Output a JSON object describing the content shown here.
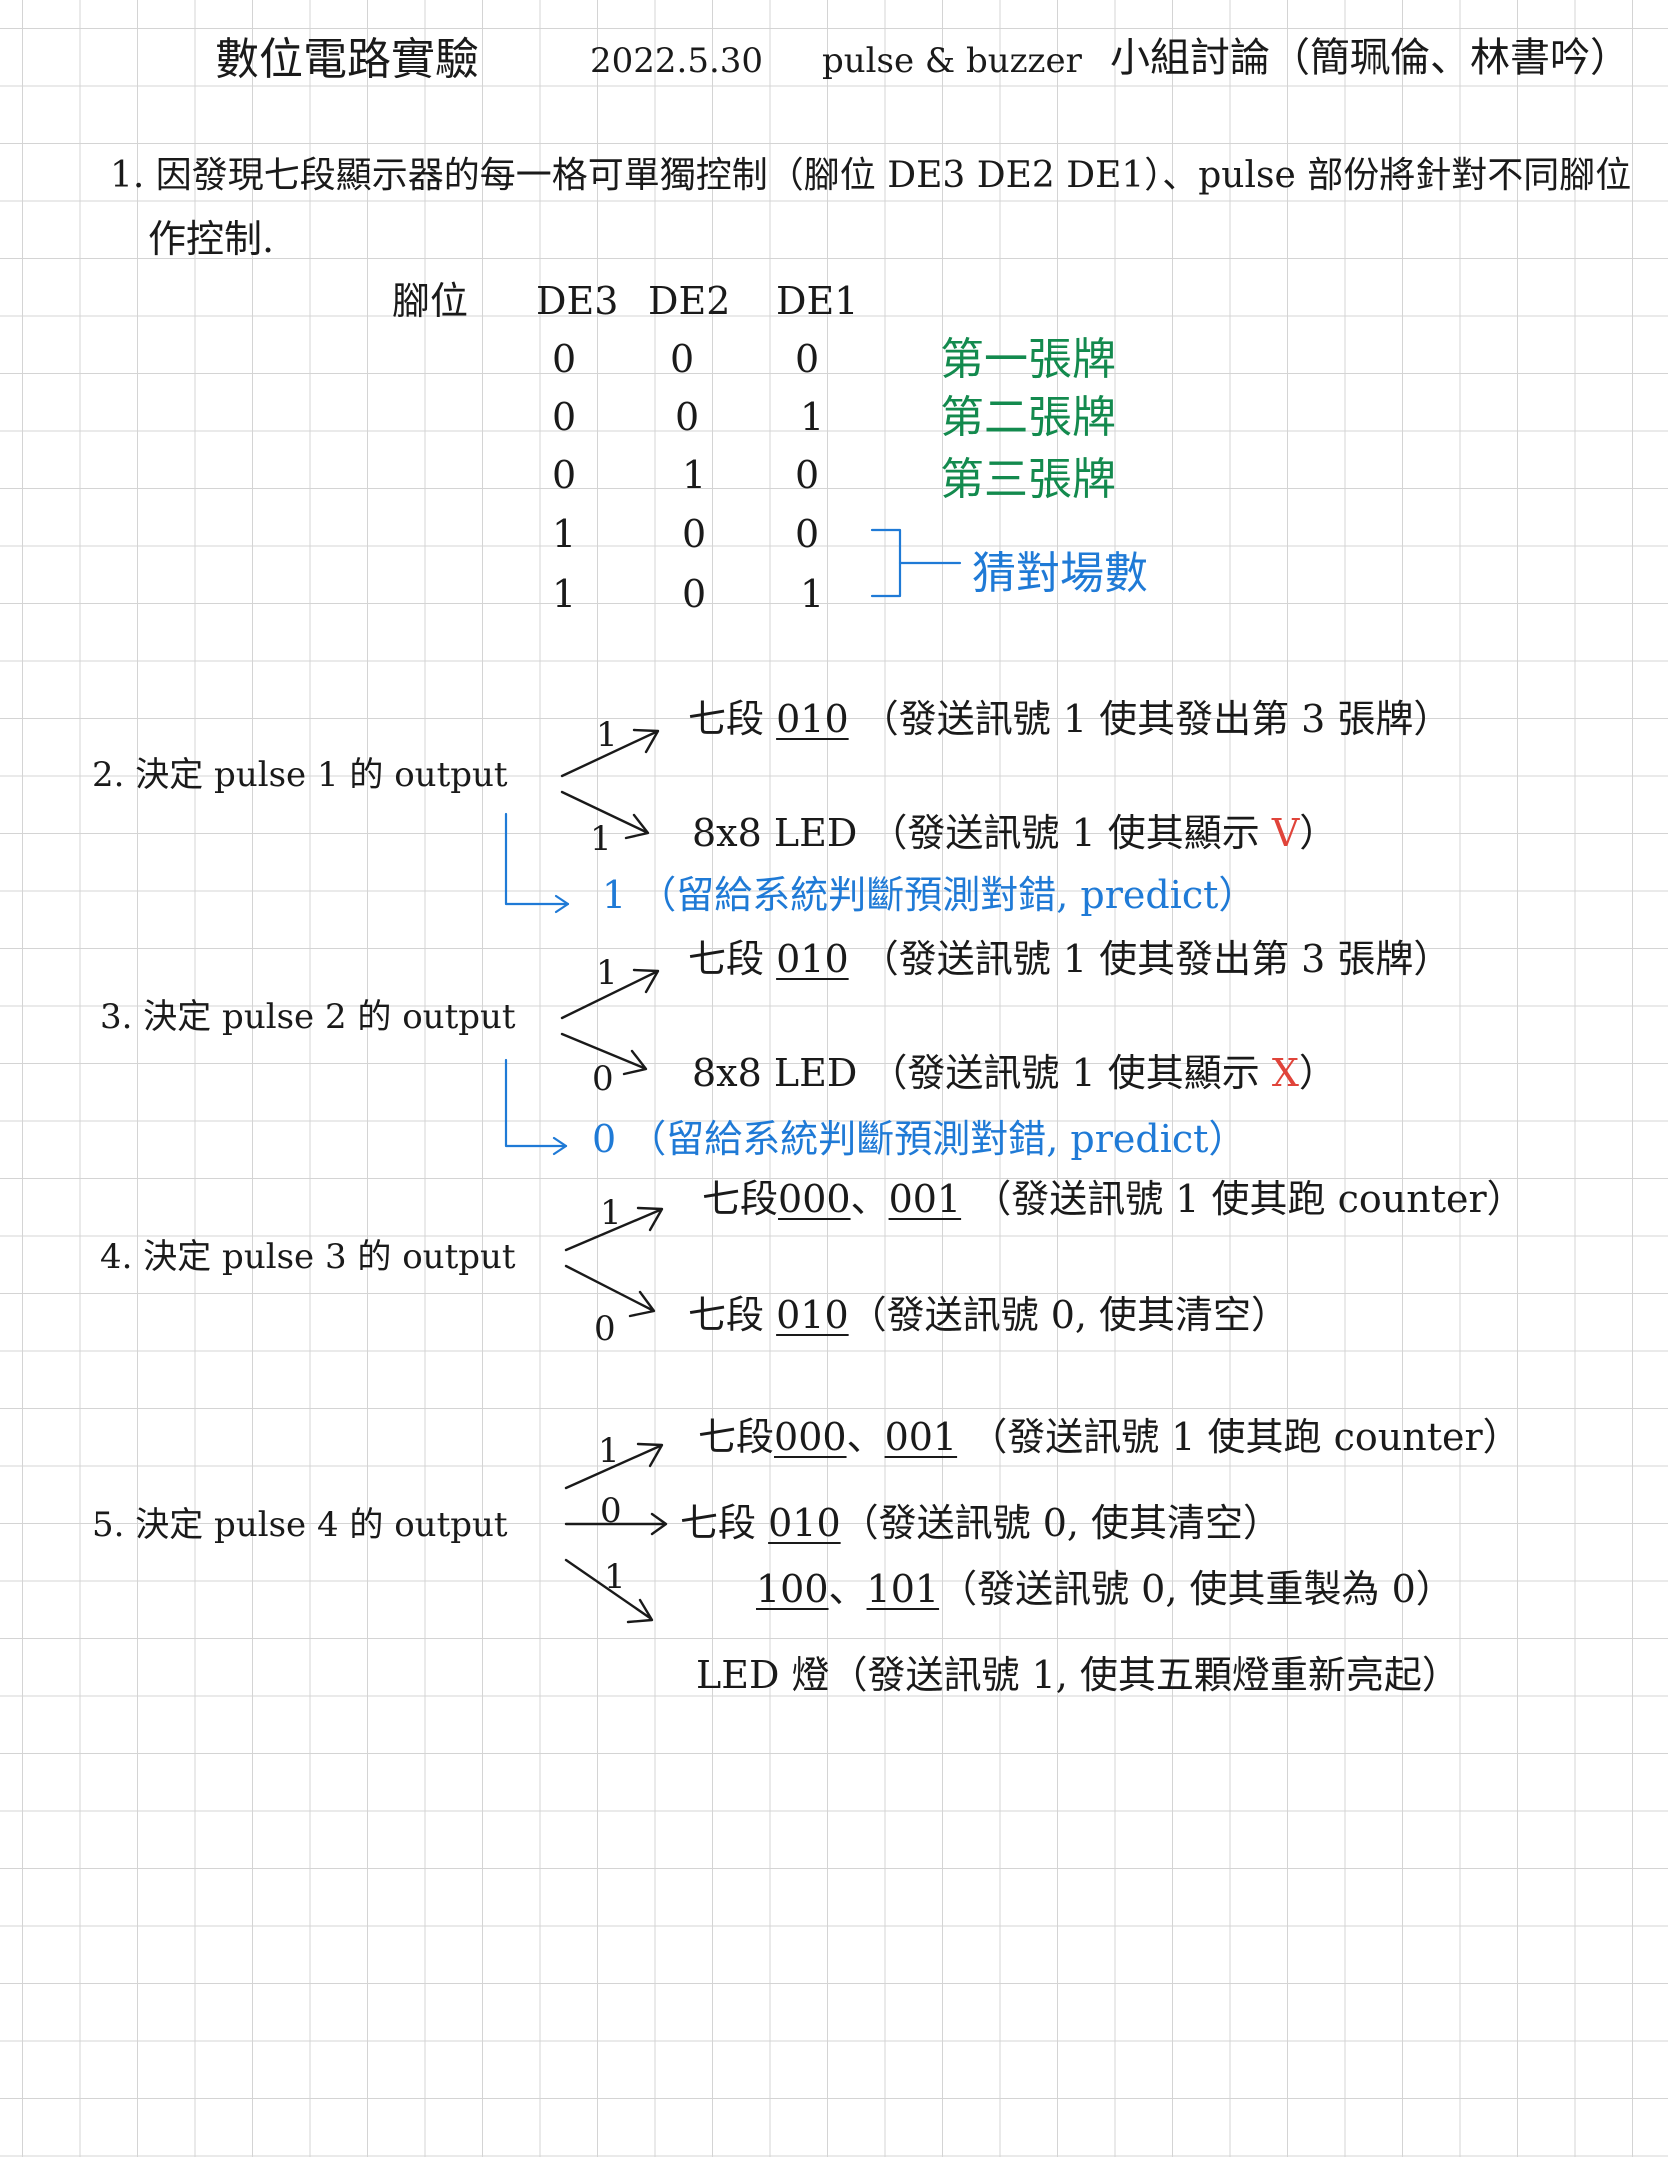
{
  "header": {
    "title": "數位電路實驗",
    "date": "2022.5.30",
    "topic": "pulse & buzzer",
    "group": "小組討論（簡珮倫、林書吟）"
  },
  "item1": {
    "line1": "1. 因發現七段顯示器的每一格可單獨控制（腳位 DE3  DE2  DE1）、pulse 部份將針對不同腳位",
    "line2": "作控制."
  },
  "table": {
    "headers": [
      "腳位",
      "DE3",
      "DE2",
      "DE1"
    ],
    "rows": [
      [
        "0",
        "0",
        "0"
      ],
      [
        "0",
        "0",
        "1"
      ],
      [
        "0",
        "1",
        "0"
      ],
      [
        "1",
        "0",
        "0"
      ],
      [
        "1",
        "0",
        "1"
      ]
    ],
    "notes": [
      "第一張牌",
      "第二張牌",
      "第三張牌"
    ],
    "bracket_note": "猜對場數"
  },
  "item2": {
    "label": "2. 決定 pulse 1 的  output",
    "b1_val": "1",
    "b1_a": "七段",
    "b1_code": "010",
    "b1_b": "（發送訊號 1 使其發出第 3 張牌）",
    "b2_val": "1",
    "b2_a": "8x8 LED （發送訊號 1 使其顯示",
    "b2_mark": "V",
    "b2_close": "）",
    "b3": "1 （留給系統判斷預測對錯, predict）"
  },
  "item3": {
    "label": "3. 決定 pulse 2 的  output",
    "b1_val": "1",
    "b1_a": "七段",
    "b1_code": "010",
    "b1_b": "（發送訊號 1 使其發出第 3 張牌）",
    "b2_val": "0",
    "b2_a": "8x8 LED （發送訊號 1 使其顯示",
    "b2_mark": "X",
    "b2_close": "）",
    "b3": "0 （留給系統判斷預測對錯, predict）"
  },
  "item4": {
    "label": "4. 決定 pulse 3 的  output",
    "b1_val": "1",
    "b1_a": "七段",
    "b1_code1": "000",
    "b1_sep": "、",
    "b1_code2": "001",
    "b1_b": "（發送訊號 1 使其跑 counter）",
    "b2_val": "0",
    "b2_a": "七段",
    "b2_code": "010",
    "b2_b": "（發送訊號 0, 使其清空）"
  },
  "item5": {
    "label": "5. 決定 pulse 4 的  output",
    "b1_val": "1",
    "b1_a": "七段",
    "b1_code1": "000",
    "b1_sep": "、",
    "b1_code2": "001",
    "b1_b": "（發送訊號 1 使其跑 counter）",
    "b2_val": "0",
    "b2_a": "七段",
    "b2_code": "010",
    "b2_b": "（發送訊號 0, 使其清空）",
    "b2_code3": "100",
    "b2_sep": "、",
    "b2_code4": "101",
    "b2_c": "（發送訊號 0, 使其重製為 0）",
    "b3_val": "1",
    "b3": "LED 燈（發送訊號 1, 使其五顆燈重新亮起）"
  }
}
